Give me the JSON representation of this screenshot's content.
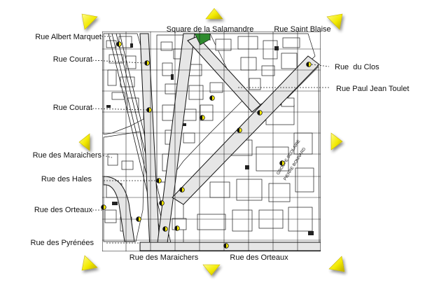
{
  "map": {
    "labels_left": [
      "Rue Albert Marquet",
      "Rue Courat",
      "Rue Courat",
      "Rue des Maraichers",
      "Rue des Hales",
      "Rue des Orteaux",
      "Rue des Pyrénées"
    ],
    "labels_top": [
      "Square de la Salamandre",
      "Rue Saint Blaise"
    ],
    "labels_right": [
      "Rue  du Clos",
      "Rue Paul Jean Toulet"
    ],
    "labels_bottom": [
      "Rue des Maraichers",
      "Rue des Orteaux"
    ],
    "map_annotation": [
      "GROUPE SCOLAIRE",
      "PIERRE BONNARD"
    ]
  },
  "navigation": {
    "arrow_color": "#f2ea00",
    "arrows": [
      "nav-up",
      "nav-down",
      "nav-left",
      "nav-right",
      "nav-up-left",
      "nav-up-right",
      "nav-down-left",
      "nav-down-right"
    ]
  },
  "markers": {
    "fill": "#f0e400",
    "stroke": "#111111",
    "count": 17
  }
}
